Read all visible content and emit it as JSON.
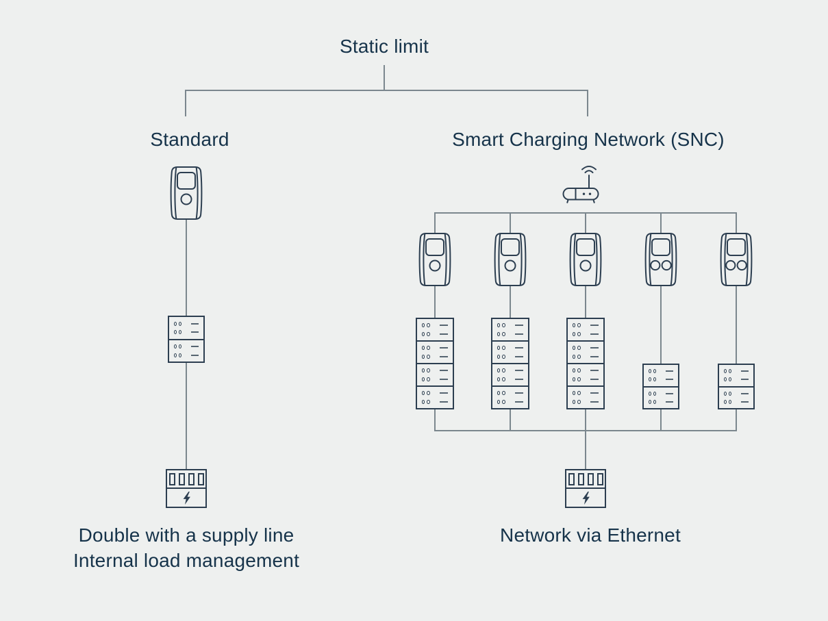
{
  "colors": {
    "background": "#eef0ef",
    "text": "#16334a",
    "icon_stroke": "#2c3e50",
    "connector_line": "#7b878e"
  },
  "diagram": {
    "title": "Static limit",
    "standard": {
      "label": "Standard",
      "caption_line1": "Double with a supply line",
      "caption_line2": "Internal load management",
      "wallbox_sockets": 1,
      "distribution_sections": 2
    },
    "snc": {
      "label": "Smart Charging Network (SNC)",
      "caption": "Network via Ethernet",
      "columns": [
        {
          "wallbox_sockets": 1,
          "distribution_sections": 4,
          "distribution_size": "large"
        },
        {
          "wallbox_sockets": 1,
          "distribution_sections": 4,
          "distribution_size": "large"
        },
        {
          "wallbox_sockets": 1,
          "distribution_sections": 4,
          "distribution_size": "large"
        },
        {
          "wallbox_sockets": 2,
          "distribution_sections": 2,
          "distribution_size": "small"
        },
        {
          "wallbox_sockets": 2,
          "distribution_sections": 2,
          "distribution_size": "small"
        }
      ]
    },
    "icons": {
      "wallbox": "ev-charger-icon",
      "distribution_board": "distribution-board-icon",
      "electric_meter": "electric-meter-icon",
      "router": "wifi-router-icon"
    }
  }
}
